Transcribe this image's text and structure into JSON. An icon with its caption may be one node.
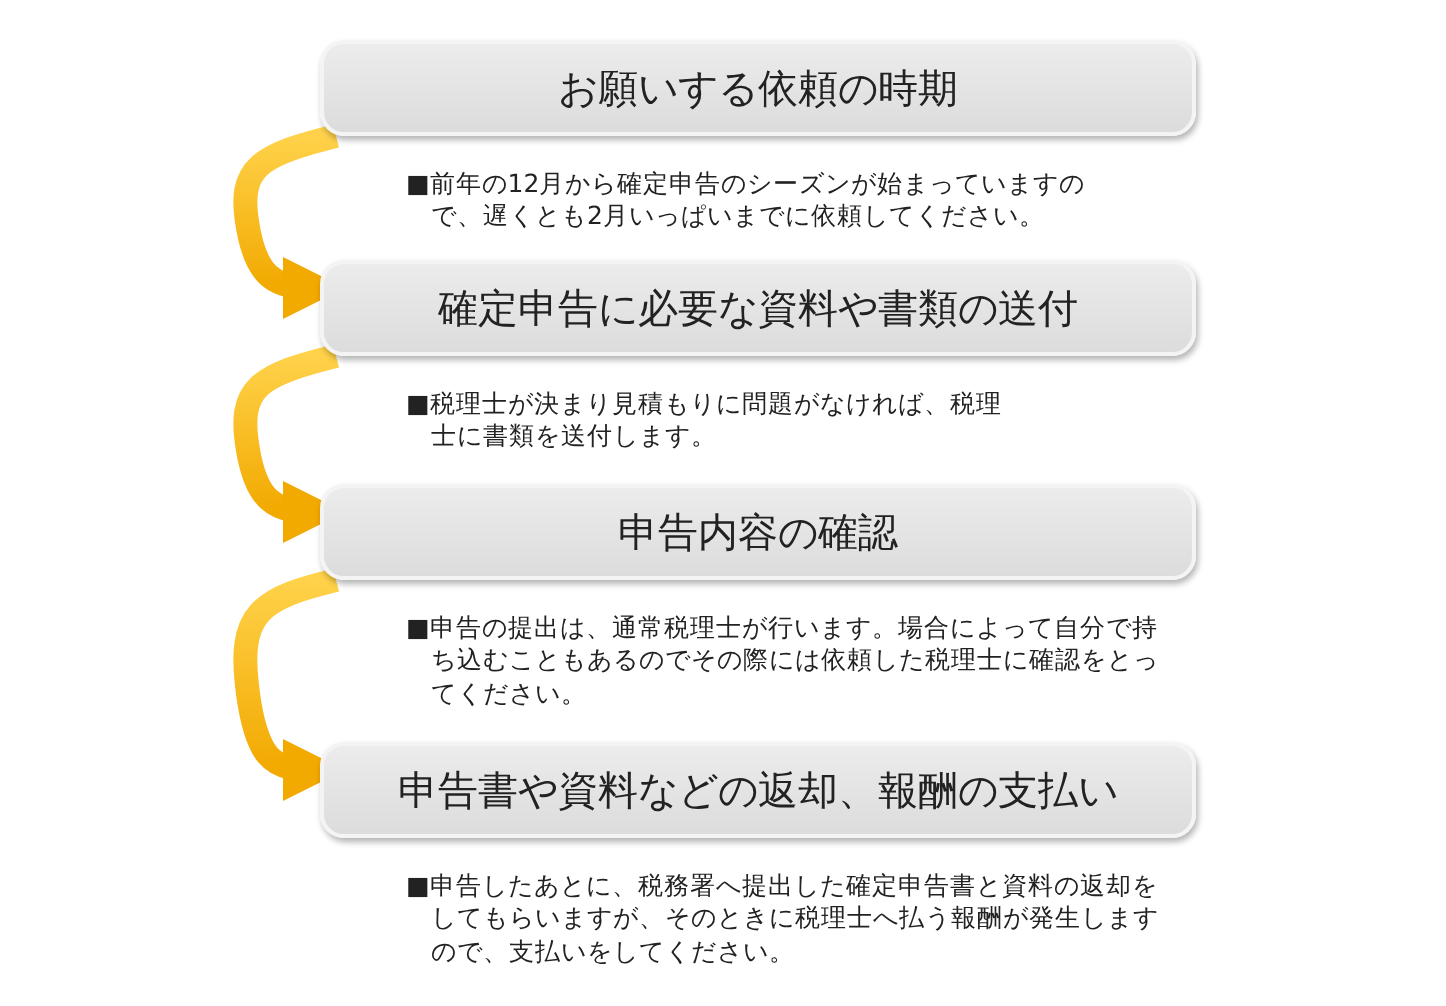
{
  "diagram": {
    "nodes": [
      {
        "text": [
          "お願いする依頼の時期"
        ],
        "beside": [
          "■前年の12月から確定申告のシーズンが始まっていますので、遅くとも2月いっぱいまでに依頼してください。"
        ]
      },
      {
        "text": [
          "確定申告に必要な資料や書類の送付"
        ],
        "beside": [
          "■税理士が決まり見積もりに問題がなければ、税理士に書類を送付します。"
        ]
      },
      {
        "text": [
          "申告内容の確認"
        ],
        "beside": [
          "■申告の提出は、通常税理士が行います。場合によって自分で持ち込むこともあるのでその際には依頼した税理士に確認をとってください。"
        ]
      },
      {
        "text": [
          "申告書や資料などの返却、報酬の支払い"
        ],
        "beside": [
          "■申告したあとに、税務署へ提出した確定申告書と資料の返却をしてもらいますが、そのときに税理士へ払う報酬が発生しますので、支払いをしてください。"
        ]
      }
    ],
    "edges": [
      {
        "from": 0,
        "to": 1,
        "arrow": "to"
      },
      {
        "from": 1,
        "to": 2,
        "arrow": "to"
      },
      {
        "from": 2,
        "to": 3,
        "arrow": "to"
      }
    ]
  }
}
